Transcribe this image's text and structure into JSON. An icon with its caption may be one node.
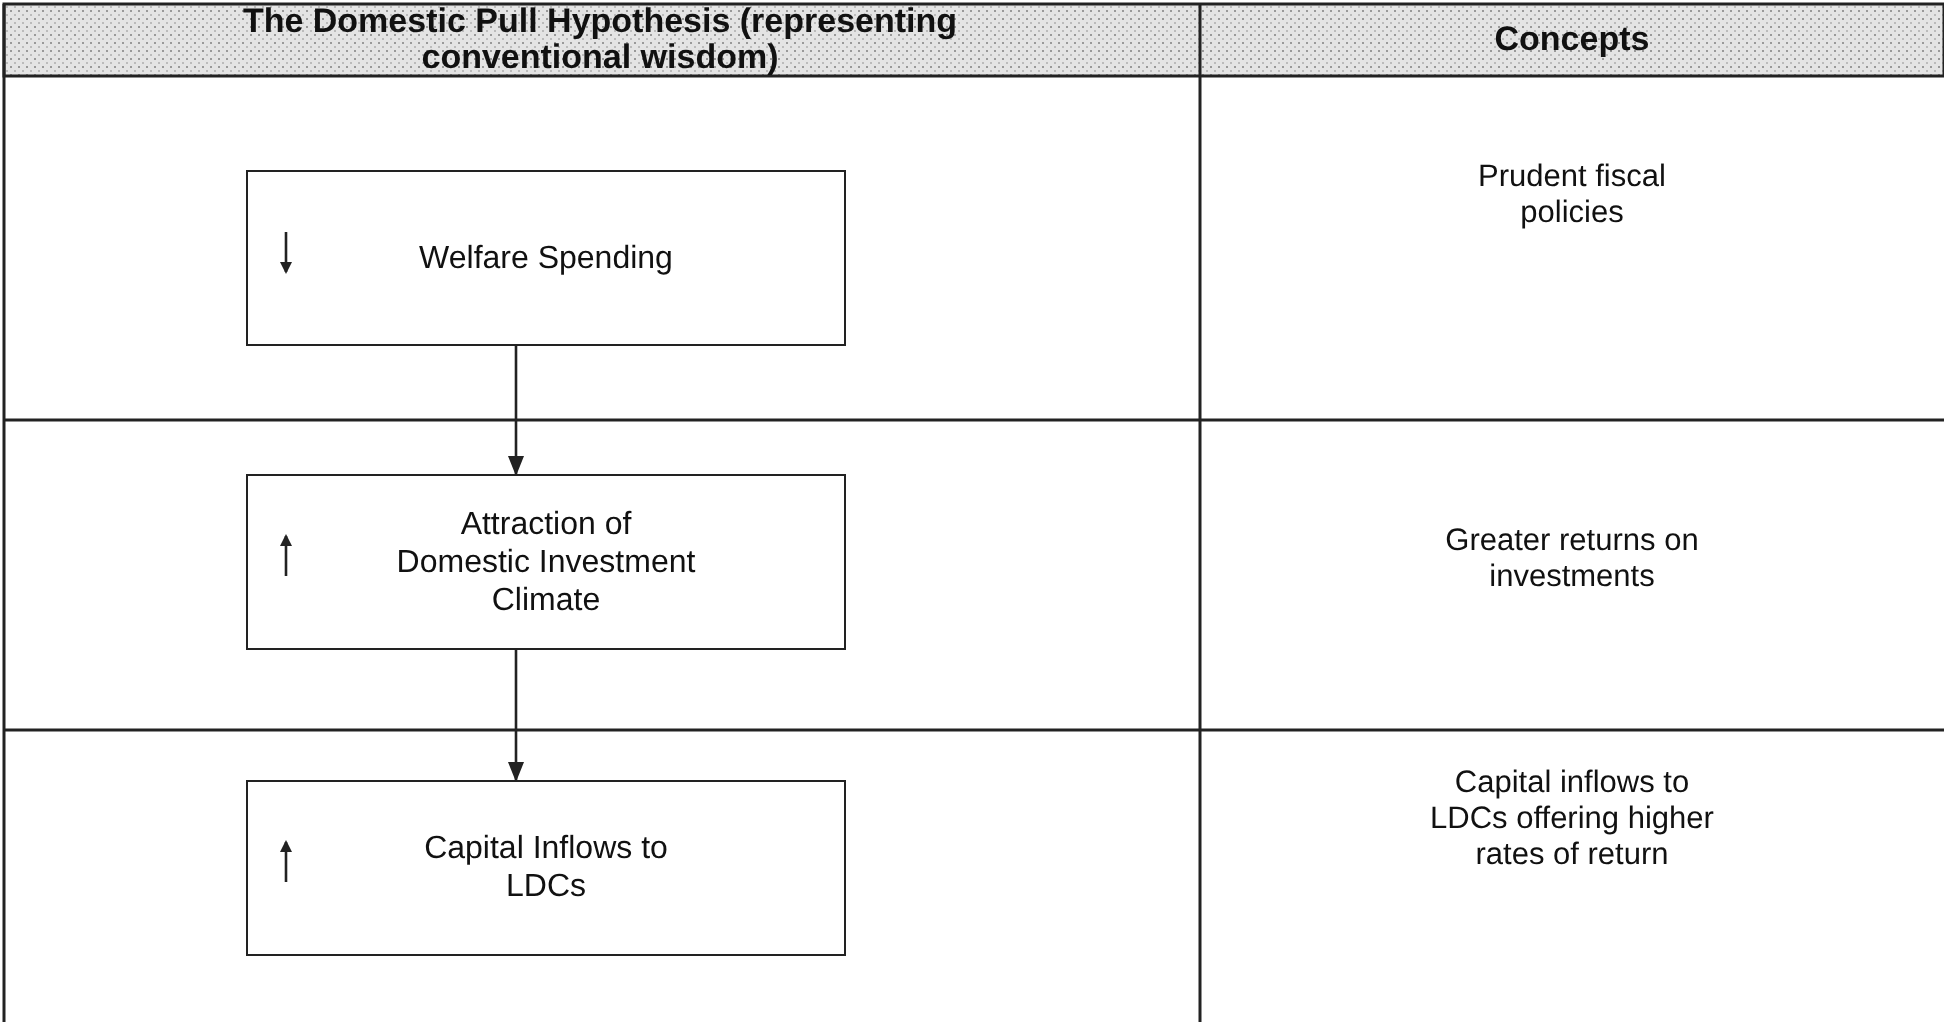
{
  "diagram": {
    "nodes": [
      {
        "text": [
          "Welfare Spending"
        ]
      },
      {
        "text": [
          "Attraction of Domestic Investment Climate"
        ]
      },
      {
        "text": [
          "Capital Inflows to LDCs"
        ]
      }
    ],
    "edges": [
      {
        "from": 0,
        "to": 1,
        "arrow": "to"
      },
      {
        "from": 1,
        "to": 2,
        "arrow": "to"
      }
    ],
    "labels": [
      "The Domestic Pull Hypothesis (representing conventional wisdom)",
      "Concepts",
      "Prudent fiscal policies",
      "Greater returns on investments",
      "Capital inflows to LDCs offering higher rates of return"
    ]
  }
}
